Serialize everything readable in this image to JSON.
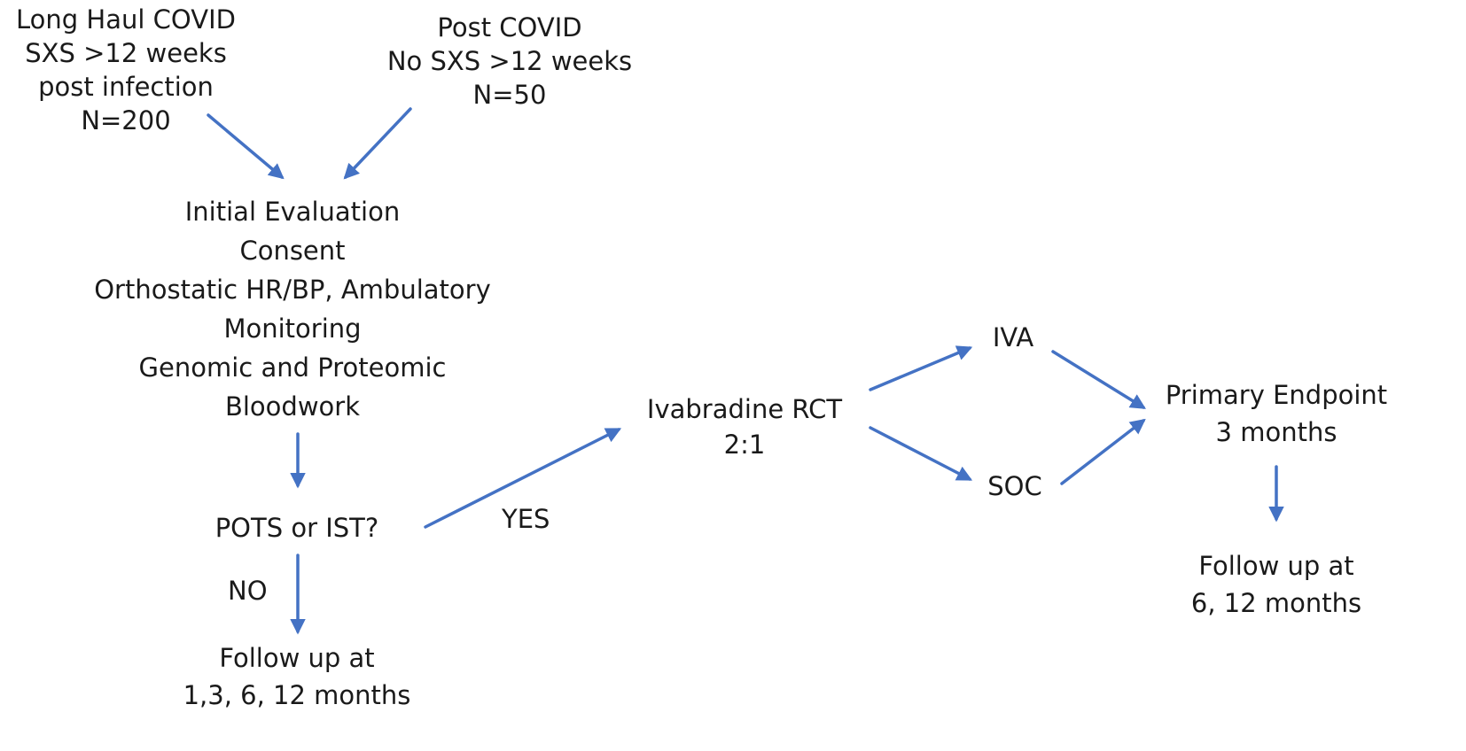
{
  "nodes": {
    "long_haul": {
      "lines": [
        "Long Haul COVID",
        "SXS >12 weeks",
        "post infection",
        "N=200"
      ]
    },
    "post_covid": {
      "lines": [
        "Post COVID",
        "No SXS >12 weeks",
        "N=50"
      ]
    },
    "initial_eval": {
      "lines": [
        "Initial Evaluation",
        "Consent",
        "Orthostatic HR/BP, Ambulatory",
        "Monitoring",
        "Genomic and Proteomic",
        "Bloodwork"
      ]
    },
    "pots_ist": {
      "lines": [
        "POTS or IST?"
      ]
    },
    "follow_up_no": {
      "lines": [
        "Follow up at",
        "1,3, 6, 12 months"
      ]
    },
    "ivabradine_rct": {
      "lines": [
        "Ivabradine RCT",
        "2:1"
      ]
    },
    "iva": {
      "lines": [
        "IVA"
      ]
    },
    "soc": {
      "lines": [
        "SOC"
      ]
    },
    "primary_endpoint": {
      "lines": [
        "Primary Endpoint",
        "3 months"
      ]
    },
    "follow_up_primary": {
      "lines": [
        "Follow up at",
        "6, 12 months"
      ]
    }
  },
  "edge_labels": {
    "yes": "YES",
    "no": "NO"
  },
  "colors": {
    "arrow": "#4472c4",
    "text": "#1a1a1a"
  }
}
